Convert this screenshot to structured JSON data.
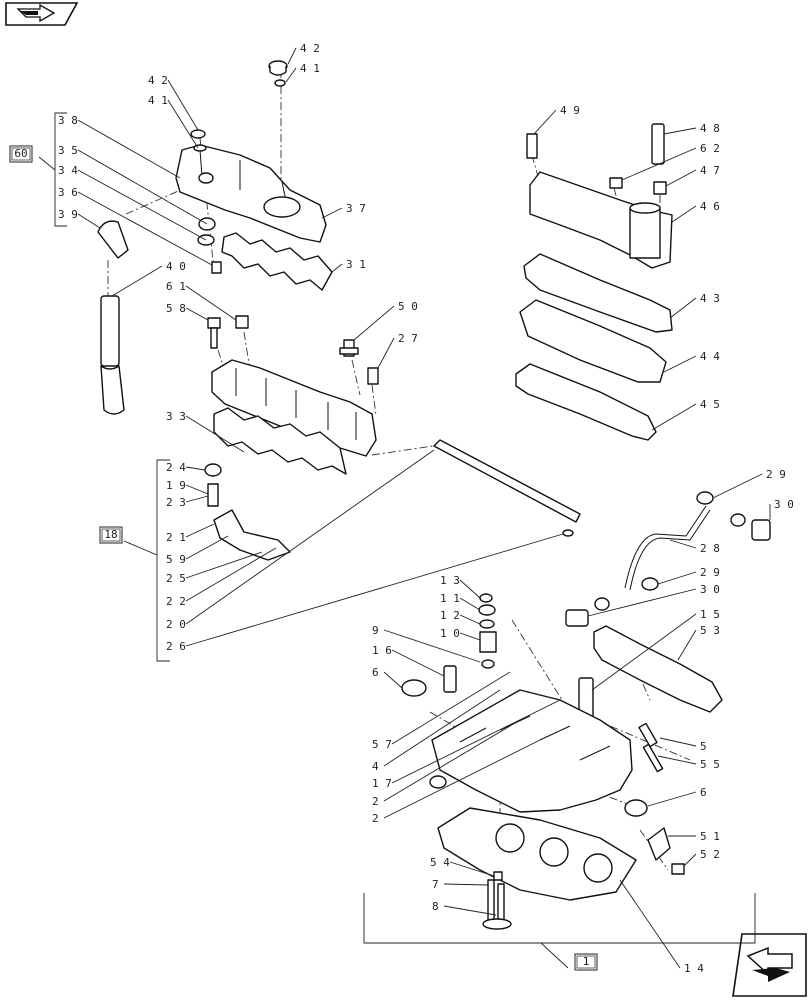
{
  "callouts": [
    "1",
    "2",
    "2",
    "4",
    "5",
    "6",
    "6",
    "7",
    "8",
    "9",
    "10",
    "11",
    "12",
    "13",
    "14",
    "15",
    "16",
    "17",
    "18",
    "19",
    "20",
    "21",
    "22",
    "23",
    "24",
    "25",
    "26",
    "27",
    "28",
    "29",
    "29",
    "30",
    "30",
    "31",
    "33",
    "34",
    "35",
    "36",
    "37",
    "38",
    "39",
    "40",
    "41",
    "41",
    "42",
    "42",
    "43",
    "44",
    "45",
    "46",
    "47",
    "48",
    "49",
    "50",
    "51",
    "52",
    "53",
    "54",
    "55",
    "57",
    "58",
    "59",
    "60",
    "61",
    "62"
  ],
  "groups": [
    "60",
    "18",
    "1"
  ],
  "icons": {
    "top_nav": "back-arrow-icon",
    "bottom_nav": "next-page-arrow-icon"
  }
}
